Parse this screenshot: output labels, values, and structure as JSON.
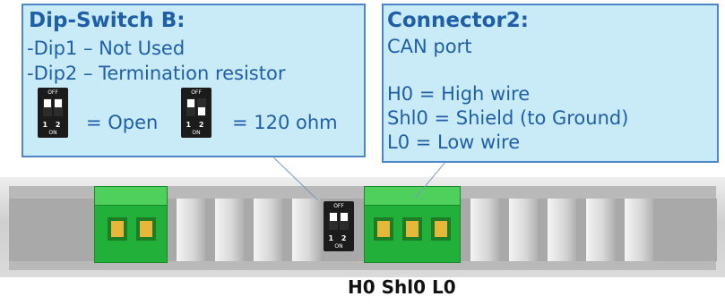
{
  "dip_switch_b": {
    "title": "Dip-Switch B:",
    "line1": "-Dip1 – Not Used",
    "line2": "-Dip2 – Termination resistor",
    "open_label": "= Open",
    "ohm_label": "= 120 ohm"
  },
  "connector2": {
    "title": "Connector2:",
    "subtitle": "CAN port",
    "line_h0": "H0 = High wire",
    "line_shl0": "Shl0 = Shield (to Ground)",
    "line_l0": "L0 = Low wire"
  },
  "dip_icon": {
    "off": "OFF",
    "on": "ON",
    "numbers": "1 2"
  },
  "terminal_labels": "H0 Shl0 L0",
  "colors": {
    "callout_bg": "#c9ebf7",
    "callout_border": "#4a86c8",
    "text": "#1f5fa8",
    "terminal_green": "#22b03a",
    "terminal_pin": "#e6b73a"
  }
}
